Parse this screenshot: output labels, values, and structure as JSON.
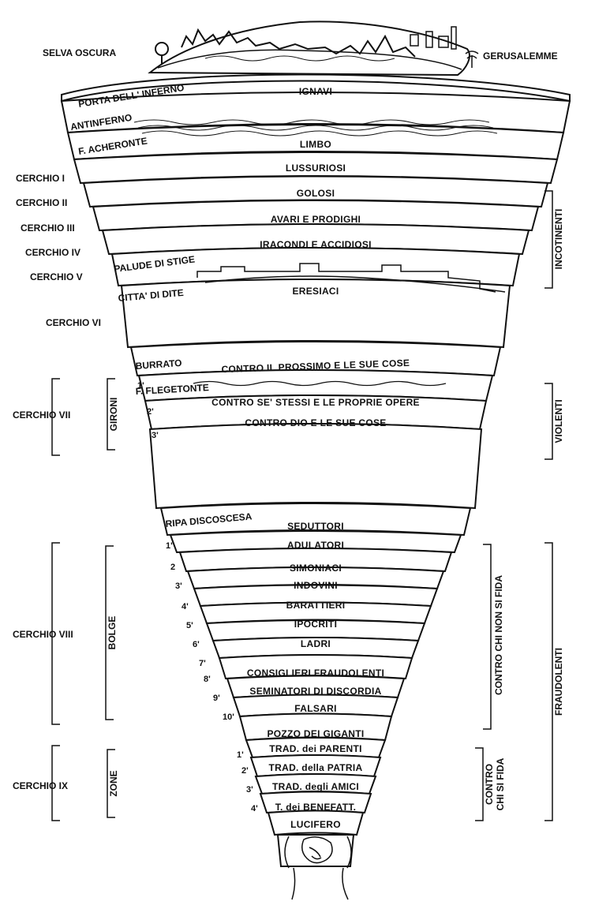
{
  "top": {
    "left": "SELVA OSCURA",
    "right": "GERUSALEMME"
  },
  "band_labels": [
    "IGNAVI",
    "LIMBO",
    "LUSSURIOSI",
    "GOLOSI",
    "AVARI E PRODIGHI",
    "IRACONDI E ACCIDIOSI",
    "ERESIACI",
    "CONTRO IL PROSSIMO E LE SUE COSE",
    "CONTRO SE' STESSI E LE PROPRIE OPERE",
    "CONTRO DIO E LE SUE COSE",
    "SEDUTTORI",
    "ADULATORI",
    "SIMONIACI",
    "INDOVINI",
    "BARATTIERI",
    "IPOCRITI",
    "LADRI",
    "CONSIGLIERI FRAUDOLENTI",
    "SEMINATORI DI DISCORDIA",
    "FALSARI",
    "POZZO DEI GIGANTI",
    "TRAD. dei PARENTI",
    "TRAD. della PATRIA",
    "TRAD. degli AMICI",
    "T. dei BENEFATT.",
    "LUCIFERO"
  ],
  "place_labels": [
    "PORTA DELL' INFERNO",
    "ANTINFERNO",
    "F. ACHERONTE",
    "PALUDE DI STIGE",
    "CITTA' DI DITE",
    "BURRATO",
    "F. FLEGETONTE",
    "RIPA DISCOSCESA"
  ],
  "circles": [
    "CERCHIO I",
    "CERCHIO II",
    "CERCHIO III",
    "CERCHIO IV",
    "CERCHIO V",
    "CERCHIO VI",
    "CERCHIO VII",
    "CERCHIO VIII",
    "CERCHIO IX"
  ],
  "subdivisions": {
    "gironi": "GIRONI",
    "bolge": "BOLGE",
    "zone": "ZONE"
  },
  "sins": {
    "incotinenti": "INCOTINENTI",
    "violenti": "VIOLENTI",
    "contro_non_fida": "CONTRO CHI NON SI FIDA",
    "fraudolenti": "FRAUDOLENTI",
    "contro_fida_1": "CONTRO",
    "contro_fida_2": "CHI SI FIDA"
  },
  "numbers": {
    "gironi": [
      "1'",
      "2'",
      "3'"
    ],
    "bolge": [
      "1'",
      "2",
      "3'",
      "4'",
      "5'",
      "6'",
      "7'",
      "8'",
      "9'",
      "10'"
    ],
    "zone": [
      "1'",
      "2'",
      "3'",
      "4'"
    ]
  }
}
